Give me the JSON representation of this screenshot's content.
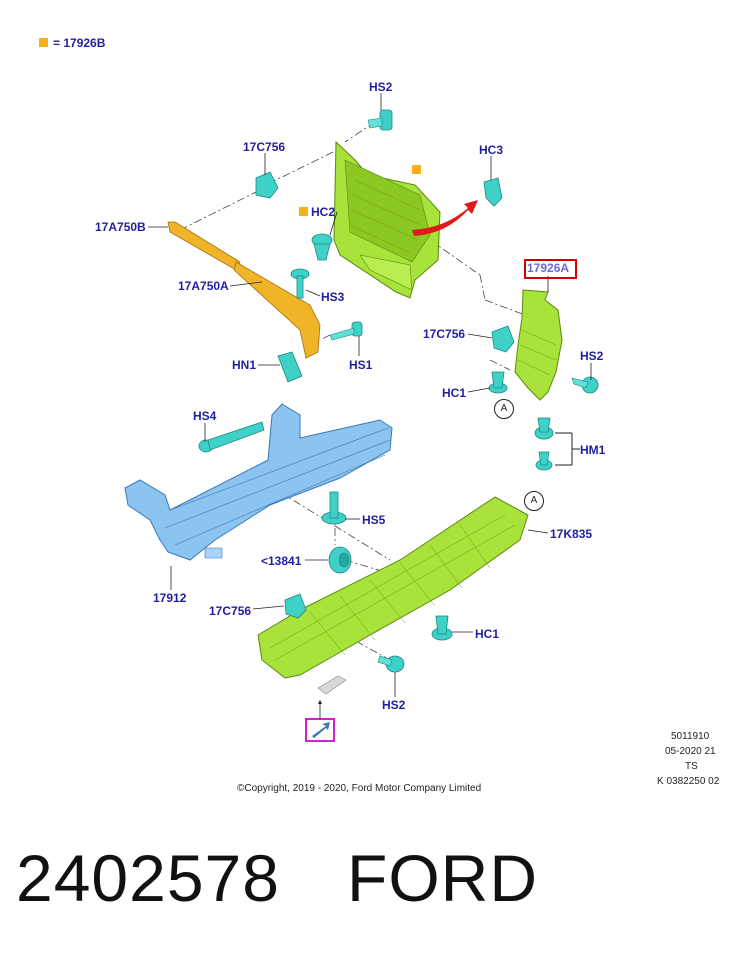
{
  "legend": {
    "text": "= 17926B",
    "color": "#f5b01c"
  },
  "labels": {
    "hs2_top": "HS2",
    "c756_top": "17C756",
    "hc3": "HC3",
    "hc2": "HC2",
    "a750b": "17A750B",
    "a750a": "17A750A",
    "hs3": "HS3",
    "hn1": "HN1",
    "hs1": "HS1",
    "p17926a": "17926A",
    "c756_mid": "17C756",
    "hs2_mid": "HS2",
    "hc1_mid": "HC1",
    "hm1": "HM1",
    "hs4": "HS4",
    "k835": "17K835",
    "hs5": "HS5",
    "p13841": "<13841",
    "p17912": "17912",
    "c756_bot": "17C756",
    "hc1_bot": "HC1",
    "hs2_bot": "HS2"
  },
  "callouts": {
    "a1": "A",
    "a2": "A"
  },
  "reference": [
    "5011910",
    "05-2020 21",
    "TS",
    "K 0382250 02"
  ],
  "copyright": "©Copyright, 2019 - 2020, Ford Motor Company Limited",
  "part_number": "2402578",
  "brand": "FORD",
  "colors": {
    "label": "#1f1f9f",
    "part_green": "#a8e23a",
    "part_blue": "#8cc4f0",
    "fastener": "#3fd0c8",
    "bracket_orange": "#f0b429",
    "highlight": "#d00000",
    "arrow_red": "#e01a1a",
    "magenta": "#d21fd2"
  }
}
